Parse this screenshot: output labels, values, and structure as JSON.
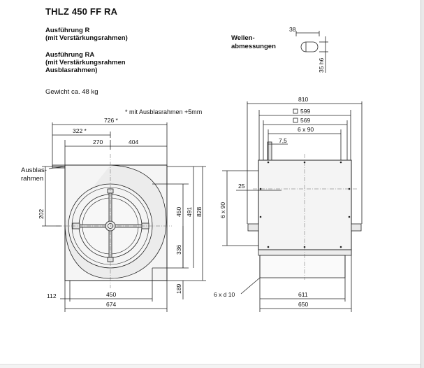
{
  "title": "THLZ 450 FF RA",
  "variant_r": {
    "line1": "Ausführung R",
    "line2": "(mit Verstärkungsrahmen)"
  },
  "variant_ra": {
    "line1": "Ausführung RA",
    "line2": "(mit Verstärkungsrahmen",
    "line3": "Ausblasrahmen)"
  },
  "weight": "Gewicht ca. 48 kg",
  "note": "* mit Ausblasrahmen +5mm",
  "shaft": {
    "label1": "Wellen-",
    "label2": "abmessungen",
    "dim_width": "38",
    "dim_height": "35 h6"
  },
  "front_view": {
    "outlet_label1": "Ausblas-",
    "outlet_label2": "rahmen",
    "dim_overall_top": "726 *",
    "dim_left_top": "322 *",
    "dim_270": "270",
    "dim_404": "404",
    "dim_202": "202",
    "dim_450_v": "450",
    "dim_491": "491",
    "dim_828": "828",
    "dim_336": "336",
    "dim_189": "189",
    "dim_112": "112",
    "dim_450_h": "450",
    "dim_674": "674"
  },
  "side_view": {
    "dim_810": "810",
    "dim_599": "599",
    "dim_569": "569",
    "dim_6x90_top": "6 x 90",
    "dim_7_5": "7,5",
    "dim_25": "25",
    "dim_6x90_side": "6 x 90",
    "dim_holes": "6 x d 10",
    "dim_611": "611",
    "dim_650": "650"
  },
  "colors": {
    "line": "#222222",
    "housing": "#f4f4f4",
    "centerline": "#555555"
  }
}
